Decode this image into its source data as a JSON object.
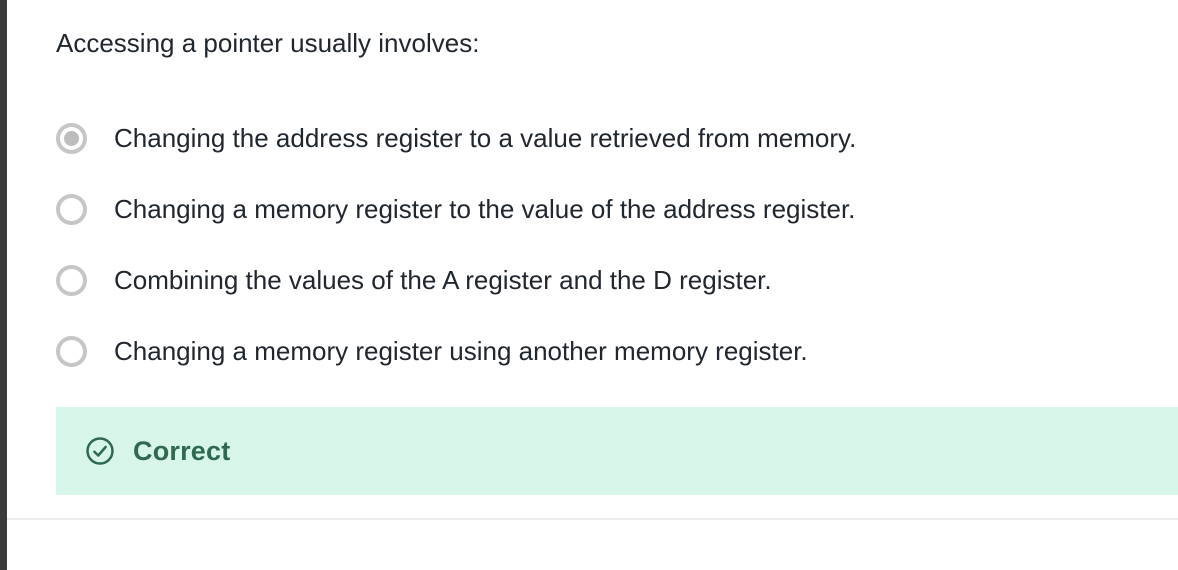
{
  "question": {
    "text": "Accessing a pointer usually involves:"
  },
  "options": [
    {
      "label": "Changing the address register to a value retrieved from memory.",
      "selected": true
    },
    {
      "label": "Changing a memory register to the value of the address register.",
      "selected": false
    },
    {
      "label": "Combining the values of the A register and the D register.",
      "selected": false
    },
    {
      "label": "Changing a memory register using another memory register.",
      "selected": false
    }
  ],
  "feedback": {
    "label": "Correct",
    "icon": "check-circle-icon"
  },
  "colors": {
    "success_text": "#2d6a4f",
    "success_background": "#d8f5e9",
    "radio_gray": "#c6c6c6",
    "text": "#21272e",
    "left_bar": "#3b3b3b",
    "divider": "#ececec"
  }
}
